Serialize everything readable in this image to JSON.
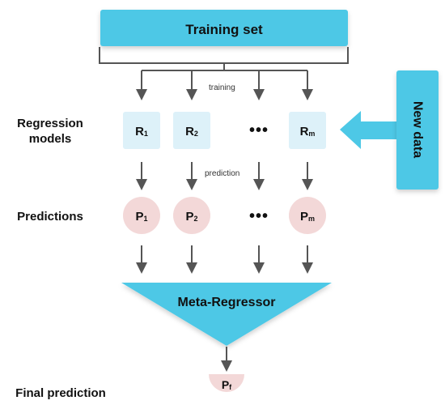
{
  "training_set": {
    "label": "Training set"
  },
  "new_data": {
    "label": "New data"
  },
  "arrows": {
    "training_label": "training",
    "prediction_label": "prediction"
  },
  "rows": {
    "models_label_line1": "Regression",
    "models_label_line2": "models",
    "predictions_label": "Predictions",
    "final_label": "Final prediction"
  },
  "models": [
    {
      "main": "R",
      "sub": "1"
    },
    {
      "main": "R",
      "sub": "2"
    },
    {
      "main": "R",
      "sub": "m"
    }
  ],
  "predictions": [
    {
      "main": "P",
      "sub": "1"
    },
    {
      "main": "P",
      "sub": "2"
    },
    {
      "main": "P",
      "sub": "m"
    }
  ],
  "ellipsis": "•••",
  "meta_regressor": {
    "label": "Meta-Regressor"
  },
  "final": {
    "main": "P",
    "sub": "f"
  },
  "colors": {
    "cyan": "#4DC8E6",
    "cyan_light": "#DDF1F9",
    "pink": "#F3D8D8",
    "arrow": "#555555",
    "text": "#111111"
  }
}
